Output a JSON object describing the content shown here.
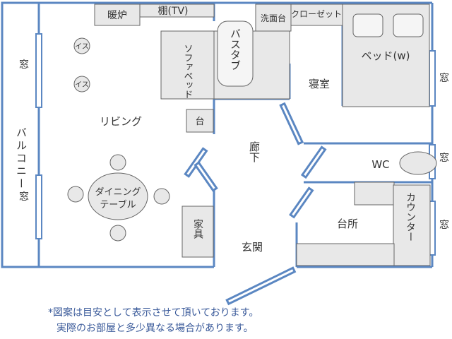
{
  "colors": {
    "wall": "#5b87c2",
    "furniture_fill": "#e8e8e8",
    "furniture_stroke": "#666666",
    "text": "#333333",
    "note_text": "#3a5a9a",
    "background": "#ffffff"
  },
  "rooms": {
    "living": "リビング",
    "bedroom": "寝室",
    "corridor": "廊下",
    "kitchen": "台所",
    "entrance": "玄関",
    "wc": "WC",
    "balcony": "バルコニー"
  },
  "windows": {
    "left_upper": "窓",
    "left_lower": "窓",
    "right_1": "窓",
    "right_2": "窓",
    "right_3": "窓"
  },
  "furniture": {
    "heater": "暖炉",
    "shelf": "棚(TV)",
    "sofa_bed": "ソファベッド",
    "bathtub": "バスタブ",
    "washbasin": "洗面台",
    "closet": "クローゼット",
    "bed": "ベッド(w)",
    "stand": "台",
    "chair_1": "イス",
    "chair_2": "イス",
    "dining_table_line1": "ダイニング",
    "dining_table_line2": "テーブル",
    "cabinet": "家具",
    "counter": "カウンター"
  },
  "note": {
    "line1": "*図案は目安として表示させて頂いております。",
    "line2": "実際のお部屋と多少異なる場合があります。"
  }
}
